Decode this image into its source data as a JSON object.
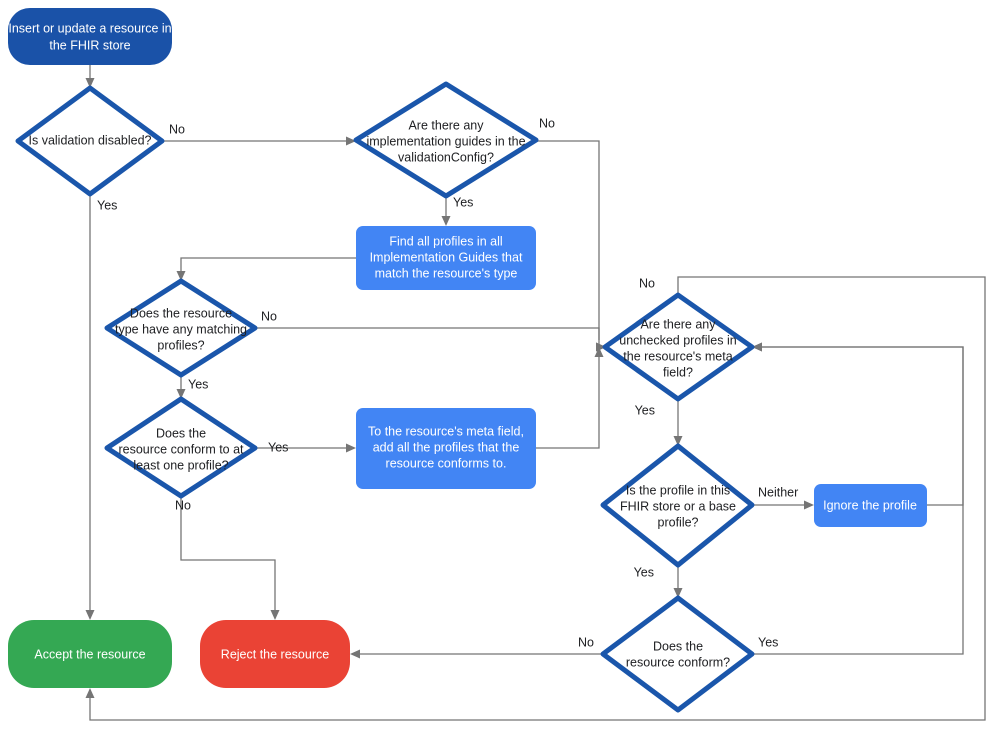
{
  "diagram": {
    "title": "FHIR store resource validation flowchart",
    "colors": {
      "start_fill": "#1a52a8",
      "process_fill": "#4285f4",
      "decision_stroke": "#1a56ab",
      "decision_fill": "#ffffff",
      "accept_fill": "#34a853",
      "reject_fill": "#ea4335",
      "connector": "#757575",
      "text_dark": "#202124",
      "text_light": "#ffffff",
      "background": "#ffffff"
    }
  },
  "nodes": {
    "start": {
      "type": "terminator",
      "line1": "Insert or update a resource in",
      "line2": "the FHIR store"
    },
    "validation_disabled": {
      "type": "decision",
      "line1": "Is validation disabled?"
    },
    "implementation_guides": {
      "type": "decision",
      "line1": "Are there any",
      "line2": "implementation guides in the",
      "line3": "validationConfig?"
    },
    "find_profiles": {
      "type": "process",
      "line1": "Find all profiles in all",
      "line2": "Implementation Guides that",
      "line3": "match the resource's type"
    },
    "matching_profiles": {
      "type": "decision",
      "line1": "Does the resource",
      "line2": "type have any matching",
      "line3": "profiles?"
    },
    "conform_one_profile": {
      "type": "decision",
      "line1": "Does the",
      "line2": "resource conform to at",
      "line3": "least one profile?"
    },
    "add_profiles_meta": {
      "type": "process",
      "line1": "To the resource's meta field,",
      "line2": "add all the profiles that the",
      "line3": "resource conforms to."
    },
    "unchecked_profiles": {
      "type": "decision",
      "line1": "Are there any",
      "line2": "unchecked profiles in",
      "line3": "the resource's meta",
      "line4": "field?"
    },
    "profile_in_store": {
      "type": "decision",
      "line1": "Is the profile in this",
      "line2": "FHIR store or a base",
      "line3": "profile?"
    },
    "ignore_profile": {
      "type": "process",
      "line1": "Ignore the profile"
    },
    "resource_conform": {
      "type": "decision",
      "line1": "Does the",
      "line2": "resource conform?"
    },
    "accept": {
      "type": "terminator",
      "line1": "Accept the resource"
    },
    "reject": {
      "type": "terminator",
      "line1": "Reject the resource"
    }
  },
  "edge_labels": {
    "validation_no": "No",
    "validation_yes": "Yes",
    "guides_no": "No",
    "guides_yes": "Yes",
    "matching_no": "No",
    "matching_yes": "Yes",
    "conform_one_yes": "Yes",
    "conform_one_no": "No",
    "unchecked_no": "No",
    "unchecked_yes": "Yes",
    "profile_store_neither": "Neither",
    "profile_store_yes": "Yes",
    "conform_no": "No",
    "conform_yes": "Yes"
  }
}
